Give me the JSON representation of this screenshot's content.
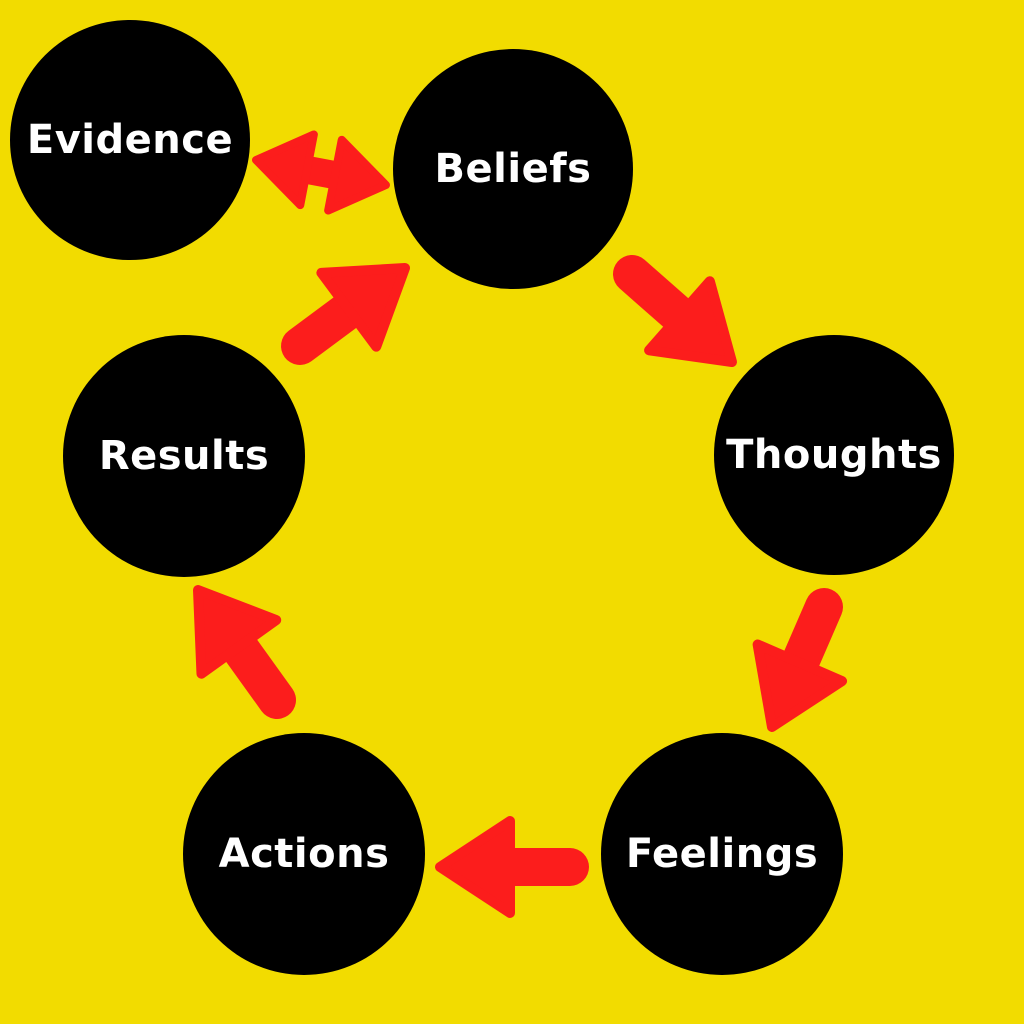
{
  "colors": {
    "background": "#f2dc00",
    "node_fill": "#000000",
    "node_text": "#ffffff",
    "arrow": "#fc1d1c"
  },
  "nodes": {
    "evidence": "Evidence",
    "beliefs": "Beliefs",
    "thoughts": "Thoughts",
    "feelings": "Feelings",
    "actions": "Actions",
    "results": "Results"
  },
  "edges": [
    {
      "from": "Evidence",
      "to": "Beliefs",
      "bidirectional": true
    },
    {
      "from": "Beliefs",
      "to": "Thoughts"
    },
    {
      "from": "Thoughts",
      "to": "Feelings"
    },
    {
      "from": "Feelings",
      "to": "Actions"
    },
    {
      "from": "Actions",
      "to": "Results"
    },
    {
      "from": "Results",
      "to": "Beliefs"
    }
  ]
}
